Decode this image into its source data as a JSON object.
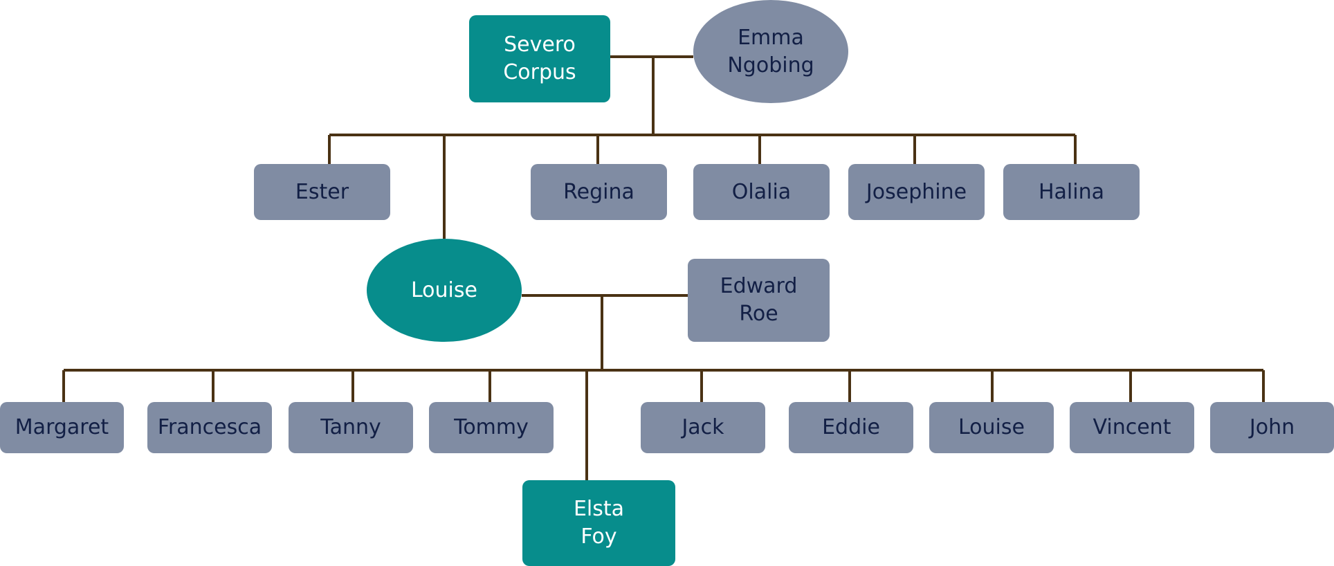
{
  "colors": {
    "connector": "#4a3214",
    "highlight_fill": "#078d8c",
    "highlight_text": "#ffffff",
    "member_fill": "#808ca3",
    "member_text": "#121f45"
  },
  "family": {
    "severo_corpus": "Severo\nCorpus",
    "emma_ngobing": "Emma\nNgobing",
    "children": {
      "ester": "Ester",
      "regina": "Regina",
      "olalia": "Olalia",
      "josephine": "Josephine",
      "halina": "Halina"
    },
    "louise": "Louise",
    "edward_roe": "Edward\nRoe",
    "grandchildren": {
      "margaret": "Margaret",
      "francesca": "Francesca",
      "tanny": "Tanny",
      "tommy": "Tommy",
      "jack": "Jack",
      "eddie": "Eddie",
      "louise": "Louise",
      "vincent": "Vincent",
      "john": "John"
    },
    "elsta_foy": "Elsta\nFoy"
  }
}
